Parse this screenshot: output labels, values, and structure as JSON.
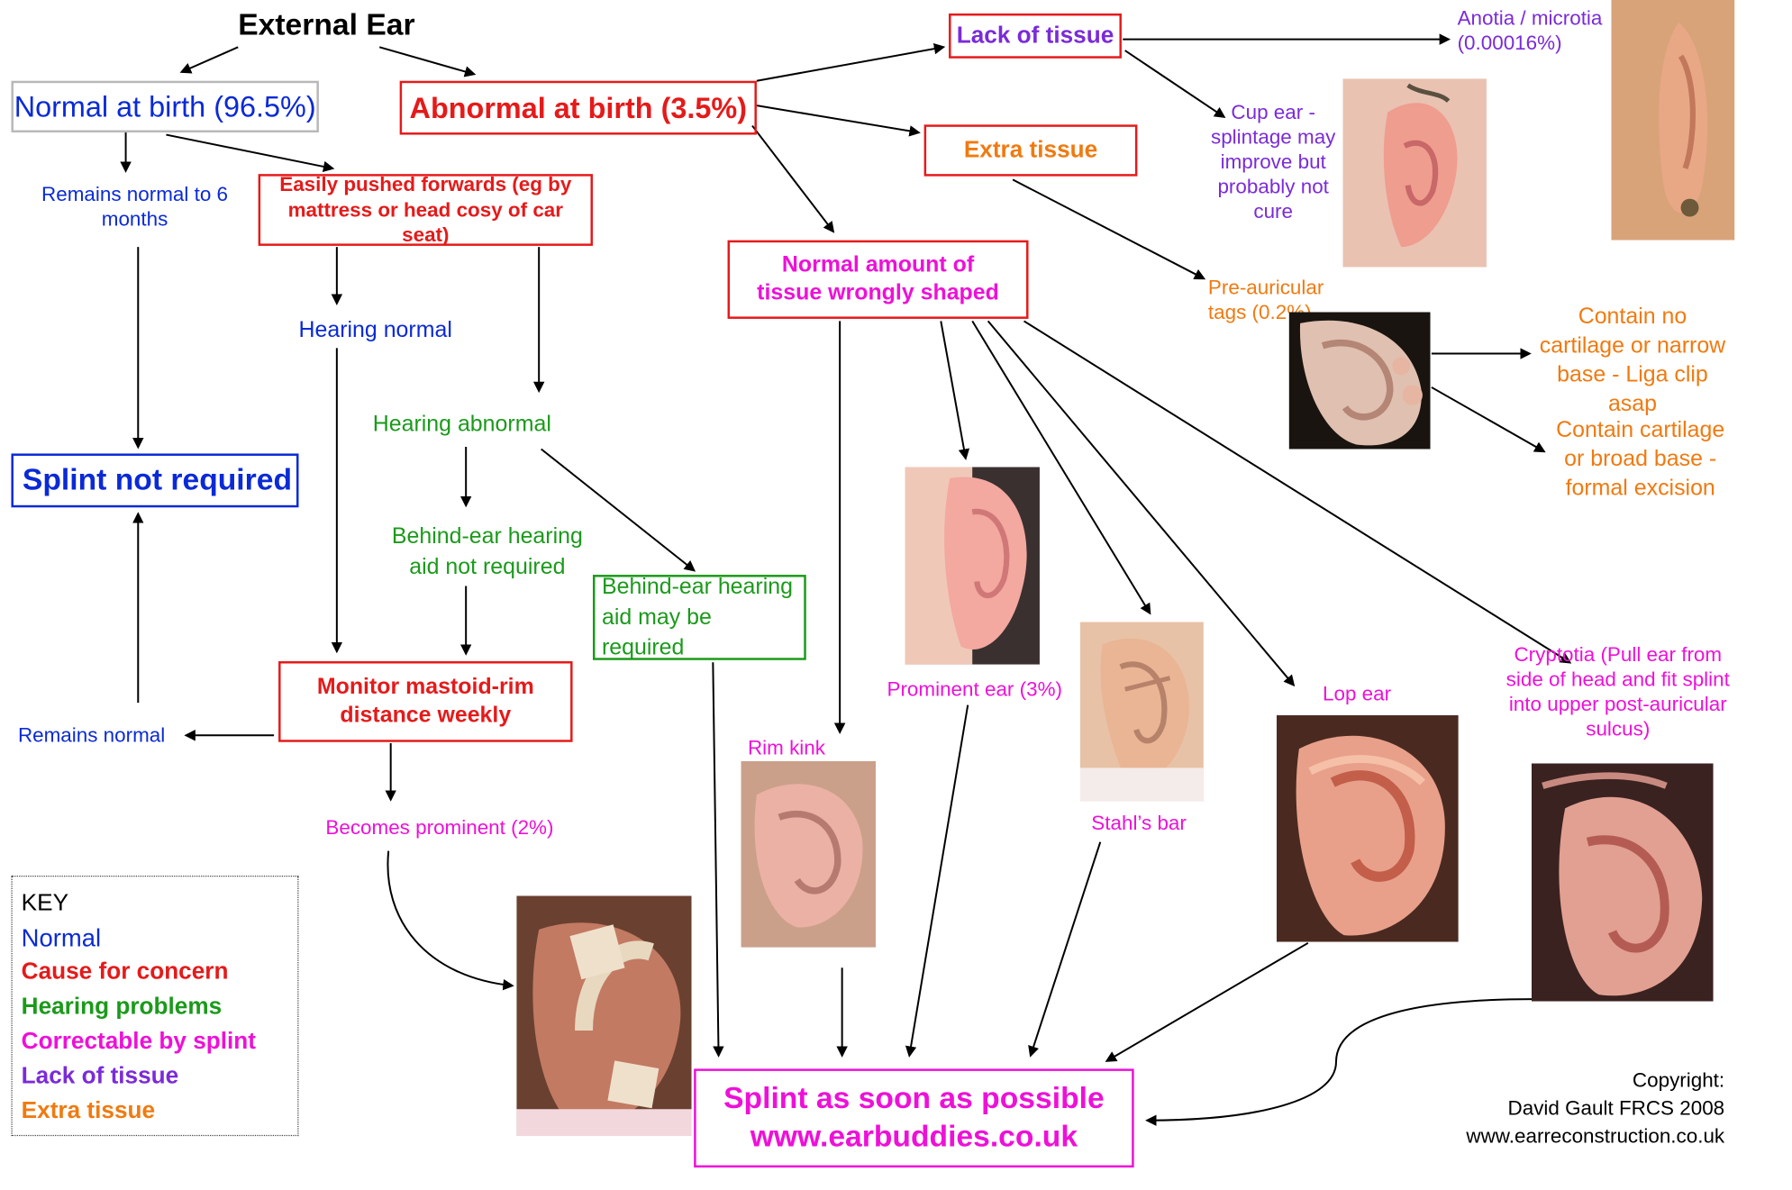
{
  "title": "External Ear",
  "nodes": {
    "normal_birth": "Normal at birth (96.5%)",
    "abnormal_birth": "Abnormal at birth (3.5%)",
    "remains_normal_6": "Remains normal to 6 months",
    "easily_pushed": "Easily pushed forwards (eg by mattress or head cosy of car seat)",
    "hearing_normal": "Hearing normal",
    "hearing_abnormal": "Hearing abnormal",
    "aid_not_required": "Behind-ear hearing aid not required",
    "aid_may_required": "Behind-ear hearing aid may be required",
    "splint_not_required": "Splint not required",
    "monitor": "Monitor mastoid-rim distance weekly",
    "remains_normal": "Remains normal",
    "becomes_prominent": "Becomes prominent (2%)",
    "lack_tissue": "Lack of tissue",
    "extra_tissue": "Extra tissue",
    "normal_amount": "Normal amount of tissue wrongly shaped",
    "anotia": "Anotia / microtia (0.00016%)",
    "cup_ear": "Cup ear - splintage may improve but probably not cure",
    "preauricular": "Pre-auricular tags (0.2%)",
    "no_cartilage": "Contain no cartilage or narrow base - Liga clip asap",
    "cartilage": "Contain cartilage or broad base - formal excision",
    "rim_kink": "Rim kink",
    "prominent_ear": "Prominent ear (3%)",
    "stahls_bar": "Stahl’s bar",
    "lop_ear": "Lop ear",
    "cryptotia": "Cryptotia (Pull ear from side of head and fit splint into upper post-auricular sulcus)",
    "splint_asap": "Splint as soon as possible",
    "website": "www.earbuddies.co.uk"
  },
  "key": {
    "heading": "KEY",
    "normal": "Normal",
    "concern": "Cause for concern",
    "hearing": "Hearing problems",
    "splint": "Correctable by splint",
    "lack": "Lack of tissue",
    "extra": "Extra tissue"
  },
  "copyright": {
    "line1": "Copyright:",
    "line2": "David Gault FRCS 2008",
    "line3": "www.earreconstruction.co.uk"
  },
  "colors": {
    "normal": "#0a2ad6",
    "concern": "#e51a1a",
    "hearing": "#1b9a1b",
    "splint": "#ee10d8",
    "lack": "#7a2bd8",
    "extra": "#f07a10"
  }
}
